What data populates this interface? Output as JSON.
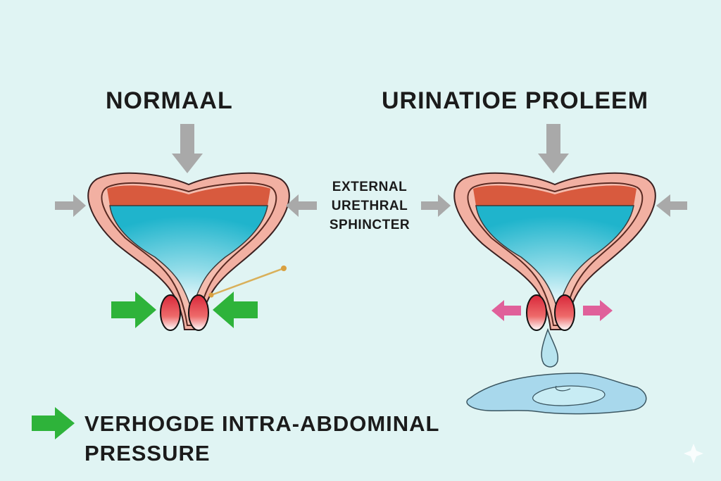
{
  "titles": {
    "normal": "NORMAAL",
    "problem": "URINATIOE PROLEEM"
  },
  "sphincter_label": [
    "EXTERNAL",
    "URETHRAL",
    "SPHINCTER"
  ],
  "legend": {
    "line1": "VERHOGDE INTRA-ABDOMINAL",
    "line2": "PRESSURE",
    "icon": "green-arrow-icon"
  },
  "colors": {
    "background": "#e0f4f3",
    "pressure_arrow": "#2eb33a",
    "release_arrow": "#e0609a",
    "gray_arrow": "#a9a9a9",
    "water": "#1fb8d0",
    "bladder_wall": "#f0a89a"
  }
}
